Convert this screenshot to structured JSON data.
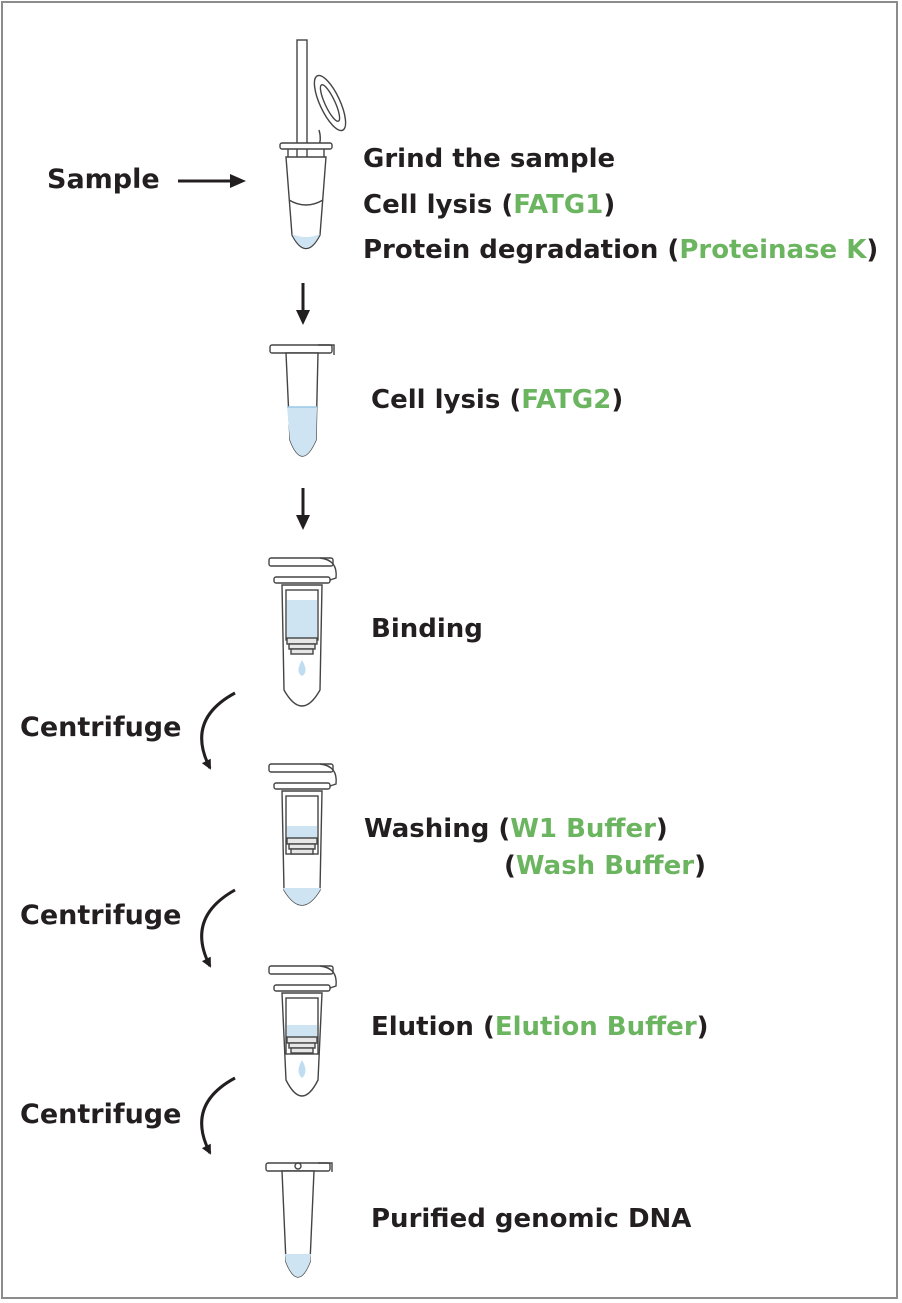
{
  "colors": {
    "text": "#231f20",
    "reagent_green": "#6cb560",
    "liquid_blue": "#cfe4f3",
    "frame_border": "#8c8c8c"
  },
  "side_labels": {
    "sample": "Sample",
    "centrifuge_1": "Centrifuge",
    "centrifuge_2": "Centrifuge",
    "centrifuge_3": "Centrifuge"
  },
  "steps": {
    "grind": "Grind the sample",
    "lysis1": {
      "text": "Cell lysis (",
      "reagent": "FATG1",
      "close": ")"
    },
    "protein": {
      "text": "Protein degradation (",
      "reagent": "Proteinase K",
      "close": ")"
    },
    "lysis2": {
      "text": "Cell lysis (",
      "reagent": "FATG2",
      "close": ")"
    },
    "binding": "Binding",
    "washing": {
      "text": "Washing (",
      "reagent": "W1 Buffer",
      "close": ")"
    },
    "washing2": {
      "open": "(",
      "reagent": "Wash Buffer",
      "close": ")"
    },
    "elution": {
      "text": "Elution (",
      "reagent": "Elution Buffer",
      "close": ")"
    },
    "purified": "Purified genomic DNA"
  }
}
